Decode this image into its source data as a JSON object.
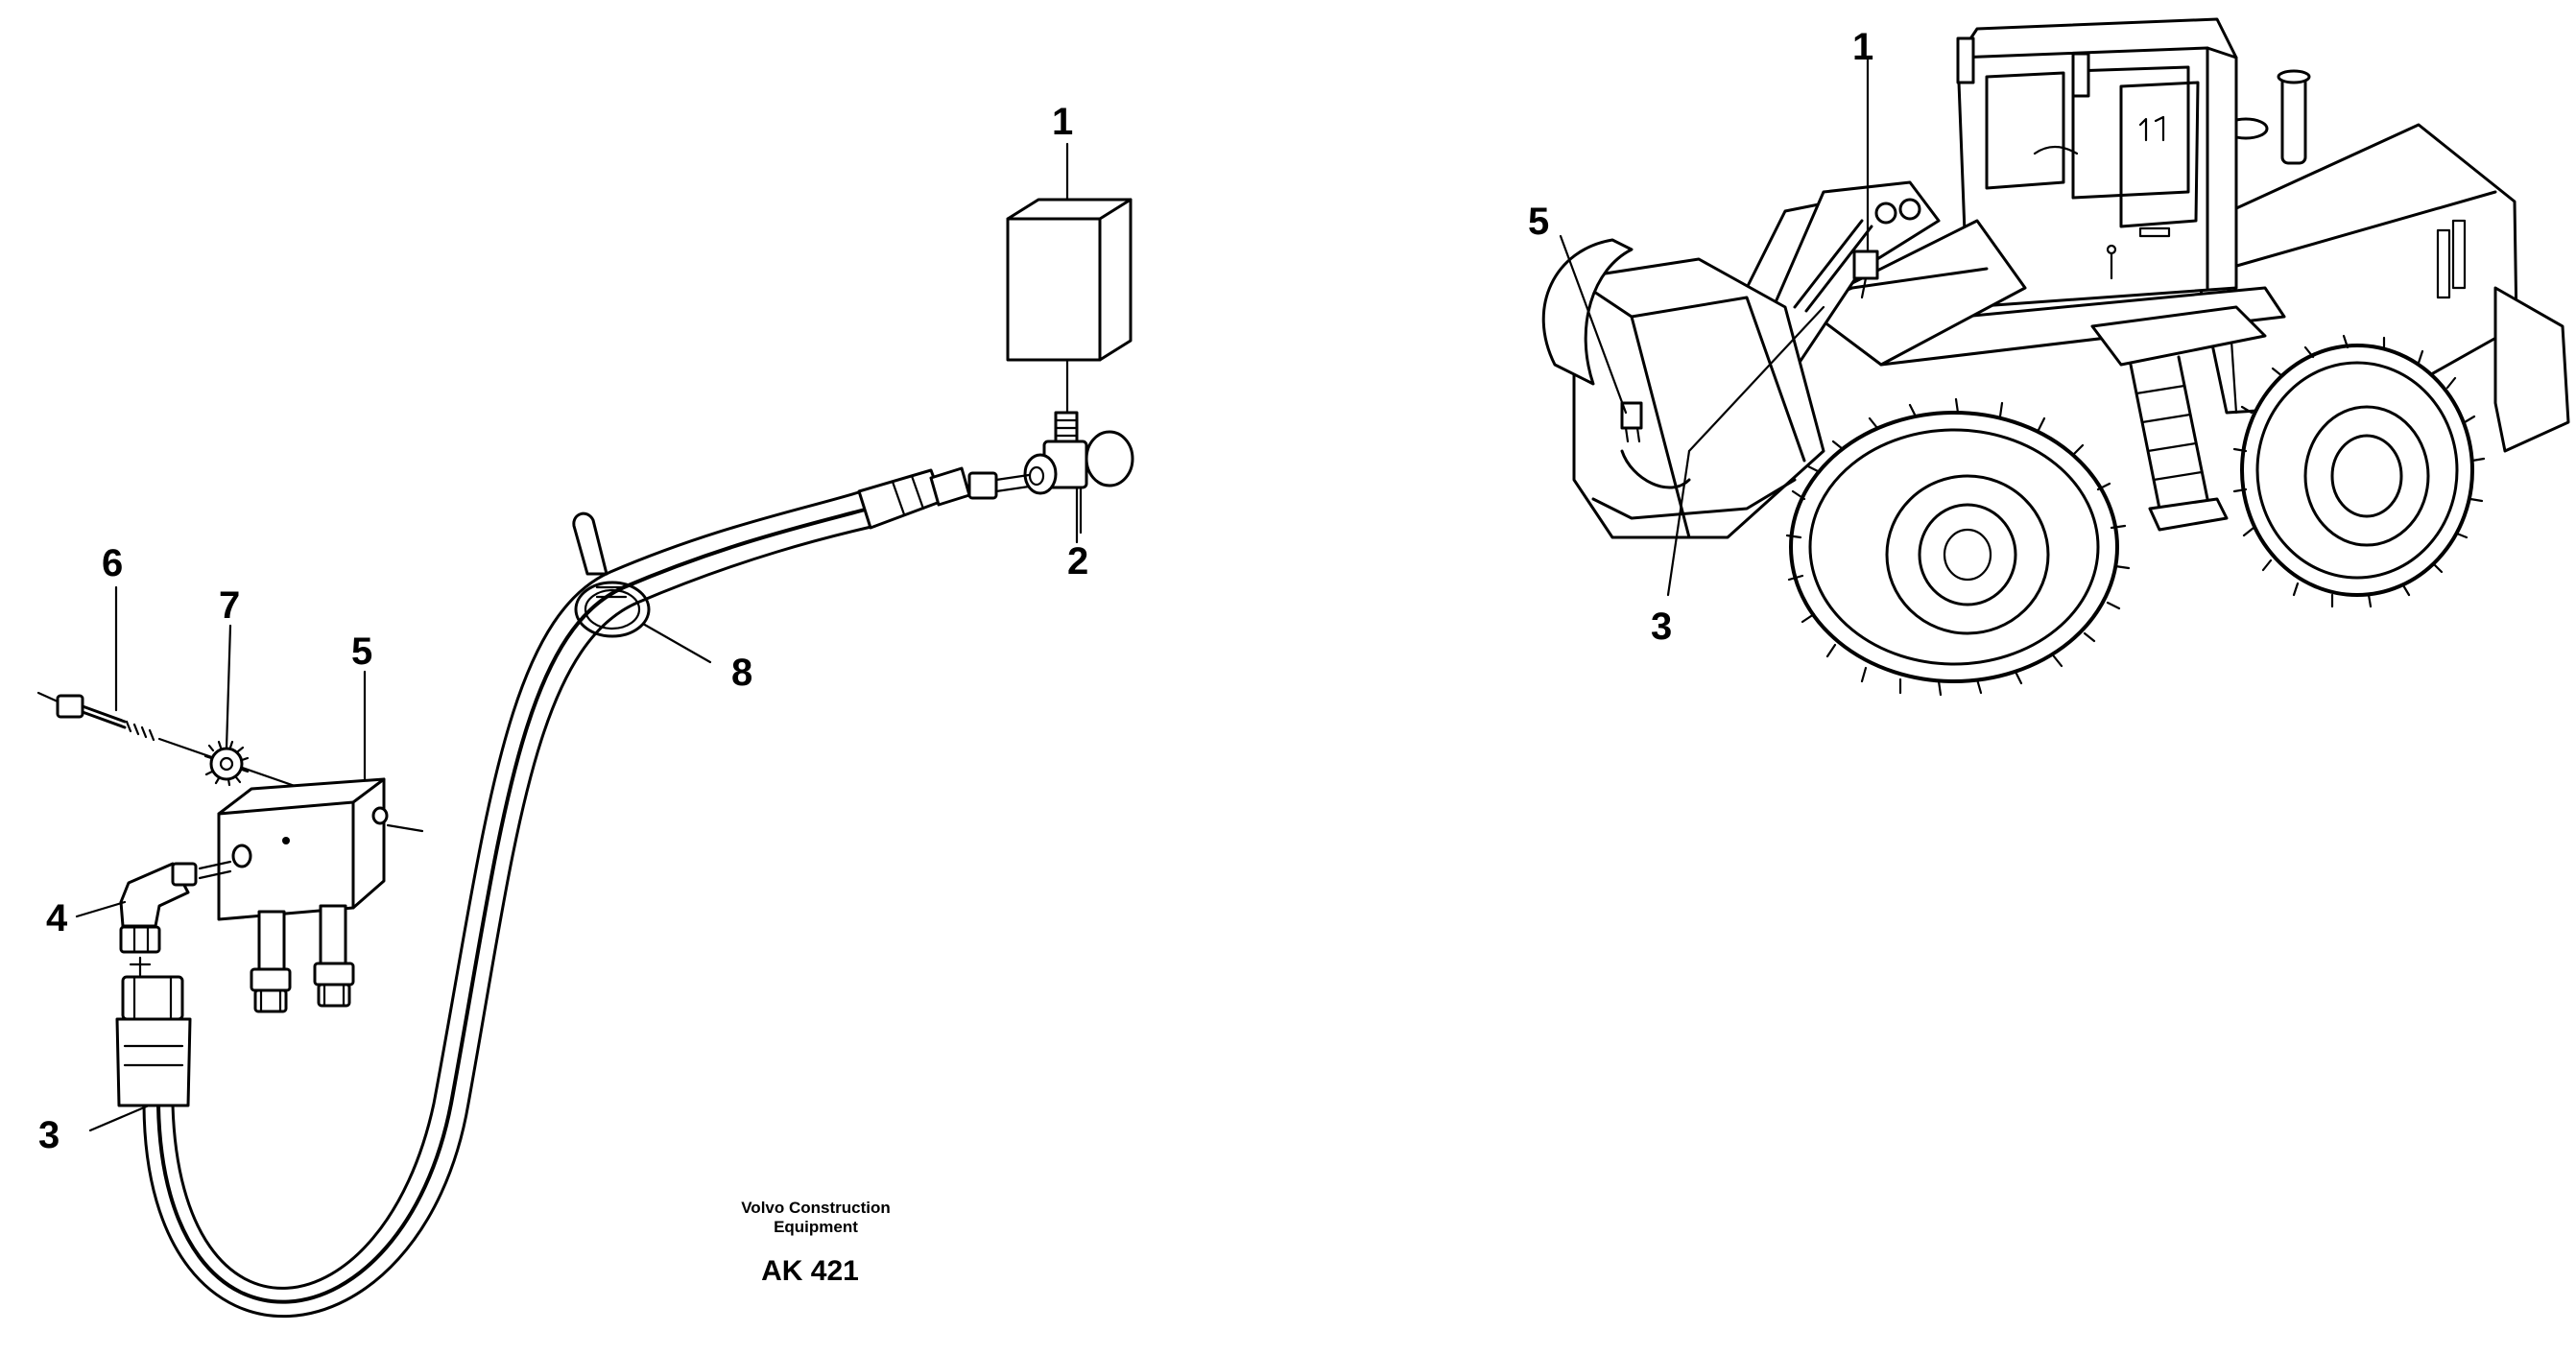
{
  "callouts": {
    "left": {
      "c1": "1",
      "c2": "2",
      "c3": "3",
      "c4": "4",
      "c5": "5",
      "c6": "6",
      "c7": "7",
      "c8": "8"
    },
    "right": {
      "c1": "1",
      "c3": "3",
      "c5": "5"
    }
  },
  "caption": {
    "line1": "Volvo Construction",
    "line2": "Equipment",
    "code": "AK 421"
  }
}
